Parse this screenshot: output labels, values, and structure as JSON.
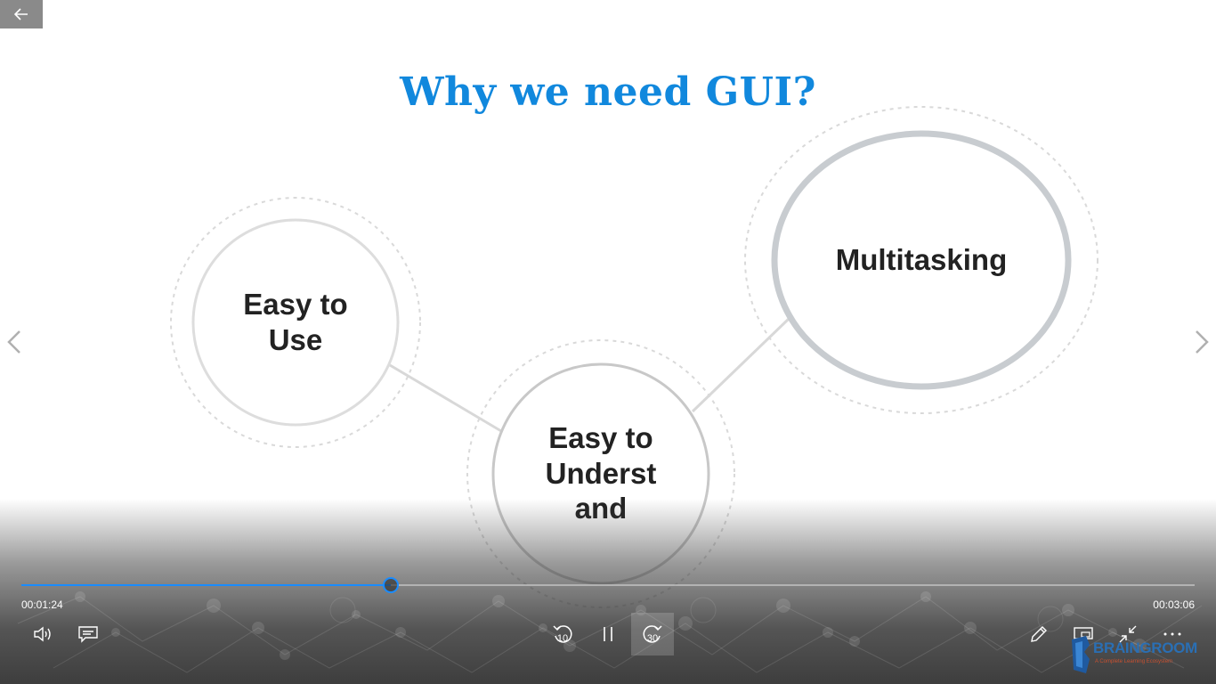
{
  "slide": {
    "title": "Why we need GUI?",
    "bubbles": [
      {
        "label": "Easy to Use"
      },
      {
        "label": "Multitasking"
      },
      {
        "label": "Easy to Underst and"
      }
    ]
  },
  "player": {
    "current_time": "00:01:24",
    "total_time": "00:03:06",
    "progress": 0.315,
    "rewind_seconds": "10",
    "forward_seconds": "30",
    "accent_color": "#1a8cff",
    "icons": {
      "back": "back-arrow-icon",
      "volume": "volume-icon",
      "captions": "captions-icon",
      "rewind": "rewind-10-icon",
      "pause": "pause-icon",
      "forward": "forward-30-icon",
      "pen": "pen-icon",
      "cast": "cast-icon",
      "exit_fullscreen": "exit-fullscreen-icon",
      "more": "more-icon"
    }
  },
  "logo": {
    "name": "BRAINGROOM",
    "tagline": "A Complete Learning Ecosystem"
  }
}
